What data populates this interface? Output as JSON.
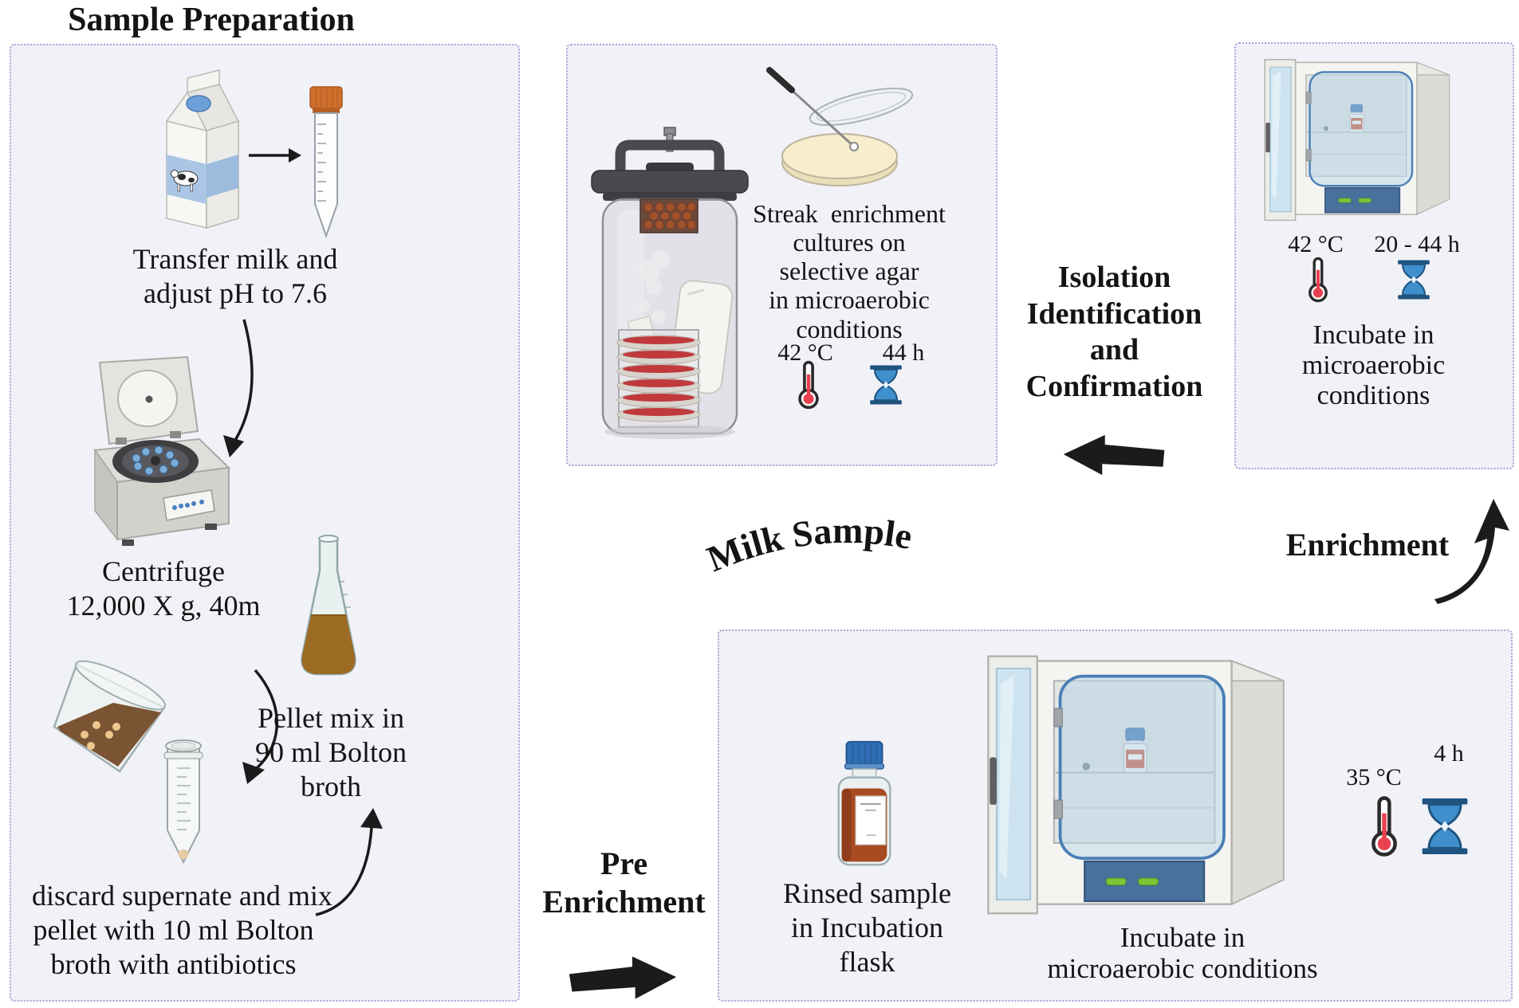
{
  "colors": {
    "panel_bg": "#f1f1f8",
    "panel_border": "#a6a6d8",
    "arrow_black": "#1b1b1b",
    "thermometer_red": "#e8414f",
    "hourglass_blue": "#3f8fcc",
    "hourglass_frame": "#1f5380",
    "tube_cap_orange": "#cf6f2d",
    "bottle_cap_blue": "#2f6db5",
    "carton_band_blue": "#aac6e4",
    "broth_brown": "#9c6b24",
    "beaker_brown": "#7a5433",
    "plate_red": "#c0393c",
    "agar_cream": "#f5ecca",
    "jar_lid_gray": "#4a4a4e",
    "incubator_drawer_blue": "#49719b",
    "led_green": "#7ec636"
  },
  "header": {
    "title": "Sample Preparation"
  },
  "sample_prep": {
    "transfer_line1": "Transfer milk and",
    "transfer_line2": "adjust pH to 7.6",
    "centrifuge_line1": "Centrifuge",
    "centrifuge_line2": "12,000 X g, 40m",
    "discard_line1": "discard supernate and mix",
    "discard_line2": "pellet with 10 ml Bolton",
    "discard_line3": "broth with antibiotics",
    "pellet_line1": "Pellet mix in",
    "pellet_line2": "90 ml Bolton",
    "pellet_line3": "broth"
  },
  "streak_panel": {
    "line1": "Streak  enrichment",
    "line2": "cultures on",
    "line3": "selective agar",
    "line4": "in microaerobic",
    "line5": "conditions",
    "temperature": "42 °C",
    "duration": "44 h"
  },
  "enrichment_incubator_panel": {
    "temperature": "42 °C",
    "duration": "20 - 44 h",
    "caption_line1": "Incubate in",
    "caption_line2": "microaerobic",
    "caption_line3": "conditions"
  },
  "pre_enrichment_panel": {
    "flask_line1": "Rinsed sample",
    "flask_line2": "in Incubation",
    "flask_line3": "flask",
    "temperature": "35 °C",
    "duration": "4 h",
    "caption_line1": "Incubate in",
    "caption_line2": "microaerobic conditions"
  },
  "flow_labels": {
    "milk_sample": "Milk Sample",
    "isolation_line1": "Isolation",
    "isolation_line2": "Identification",
    "isolation_line3": "and",
    "isolation_line4": "Confirmation",
    "enrichment": "Enrichment",
    "pre_line1": "Pre",
    "pre_line2": "Enrichment"
  }
}
